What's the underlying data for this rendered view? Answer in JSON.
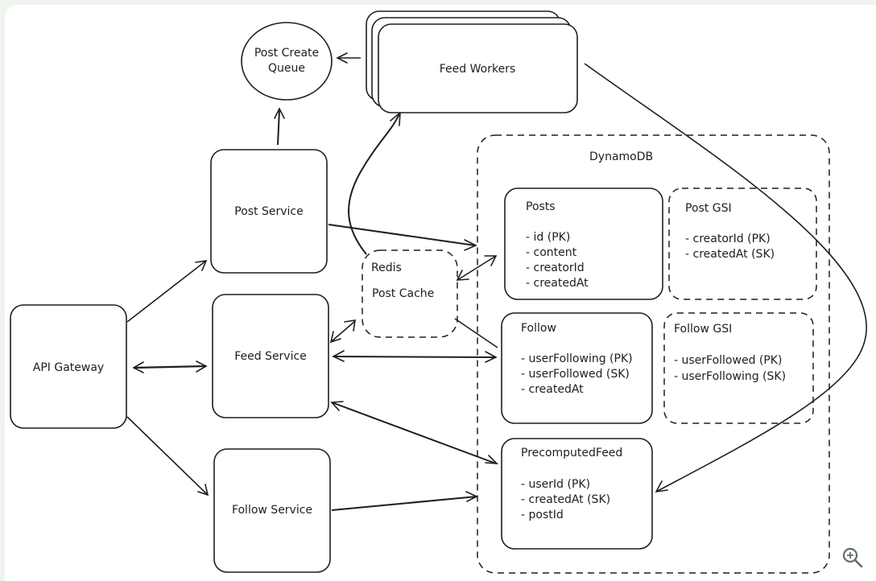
{
  "diagram": {
    "nodes": {
      "api_gateway": {
        "label": "API Gateway"
      },
      "post_service": {
        "label": "Post Service"
      },
      "feed_service": {
        "label": "Feed Service"
      },
      "follow_service": {
        "label": "Follow Service"
      },
      "post_create_queue": {
        "label_lines": [
          "Post Create",
          "Queue"
        ]
      },
      "feed_workers": {
        "label": "Feed Workers"
      },
      "redis": {
        "title": "Redis",
        "subtitle": "Post Cache"
      },
      "dynamodb": {
        "label": "DynamoDB"
      },
      "posts_table": {
        "title": "Posts",
        "fields": [
          "- id (PK)",
          "- content",
          "- creatorId",
          "- createdAt"
        ]
      },
      "post_gsi": {
        "title": "Post GSI",
        "fields": [
          "- creatorId (PK)",
          "- createdAt (SK)"
        ]
      },
      "follow_table": {
        "title": "Follow",
        "fields": [
          "- userFollowing (PK)",
          "- userFollowed (SK)",
          "- createdAt"
        ]
      },
      "follow_gsi": {
        "title": "Follow GSI",
        "fields": [
          "- userFollowed (PK)",
          "- userFollowing (SK)"
        ]
      },
      "precomputed_feed": {
        "title": "PrecomputedFeed",
        "fields": [
          "- userId (PK)",
          "- createdAt (SK)",
          "- postId"
        ]
      }
    },
    "edges": [
      {
        "from": "API Gateway",
        "to": "Post Service",
        "direction": "forward"
      },
      {
        "from": "API Gateway",
        "to": "Feed Service",
        "direction": "both"
      },
      {
        "from": "API Gateway",
        "to": "Follow Service",
        "direction": "forward"
      },
      {
        "from": "Post Service",
        "to": "Post Create Queue",
        "direction": "forward"
      },
      {
        "from": "Feed Workers",
        "to": "Post Create Queue",
        "direction": "forward"
      },
      {
        "from": "Post Service",
        "to": "Posts",
        "direction": "forward"
      },
      {
        "from": "Redis",
        "to": "Feed Workers",
        "direction": "forward"
      },
      {
        "from": "Redis",
        "to": "Posts",
        "direction": "both"
      },
      {
        "from": "Feed Service",
        "to": "Redis",
        "direction": "both"
      },
      {
        "from": "Redis",
        "to": "Follow",
        "direction": "none"
      },
      {
        "from": "Feed Service",
        "to": "Follow",
        "direction": "both"
      },
      {
        "from": "Feed Service",
        "to": "PrecomputedFeed",
        "direction": "both"
      },
      {
        "from": "Follow Service",
        "to": "DynamoDB",
        "direction": "forward"
      },
      {
        "from": "Feed Workers",
        "to": "PrecomputedFeed",
        "direction": "forward"
      }
    ]
  },
  "controls": {
    "zoom_icon": "zoom-in-icon"
  },
  "colors": {
    "stroke": "#1e1e1e",
    "canvas": "#ffffff",
    "frame": "#eef4ee",
    "icon": "#5f6b72"
  }
}
